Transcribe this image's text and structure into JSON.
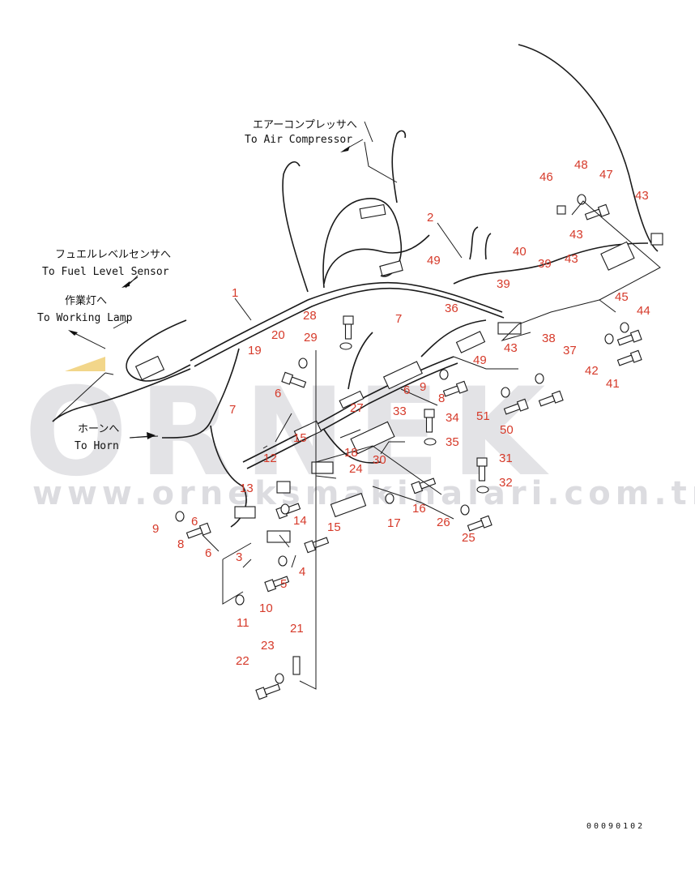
{
  "diagram": {
    "destinations": {
      "air_compressor_jp": "エアーコンプレッサへ",
      "air_compressor_en": "To Air Compressor",
      "fuel_level_jp": "フュエルレベルセンサへ",
      "fuel_level_en": "To Fuel Level Sensor",
      "working_lamp_jp": "作業灯へ",
      "working_lamp_en": "To Working Lamp",
      "horn_jp": "ホーンへ",
      "horn_en": "To Horn"
    },
    "drawing_code": "00090102",
    "watermark": {
      "brand": "ORNEK",
      "url": "www.orneksmakinalari.com.tr"
    },
    "callouts": [
      "1",
      "2",
      "3",
      "4",
      "5",
      "6",
      "6",
      "6",
      "6",
      "6",
      "7",
      "7",
      "8",
      "8",
      "9",
      "9",
      "10",
      "11",
      "12",
      "13",
      "14",
      "15",
      "15",
      "16",
      "17",
      "18",
      "19",
      "20",
      "21",
      "22",
      "23",
      "24",
      "25",
      "26",
      "27",
      "28",
      "29",
      "30",
      "31",
      "32",
      "33",
      "34",
      "35",
      "36",
      "37",
      "38",
      "39",
      "40",
      "41",
      "42",
      "43",
      "43",
      "43",
      "43",
      "44",
      "45",
      "46",
      "47",
      "48",
      "49",
      "49",
      "50",
      "51"
    ]
  }
}
